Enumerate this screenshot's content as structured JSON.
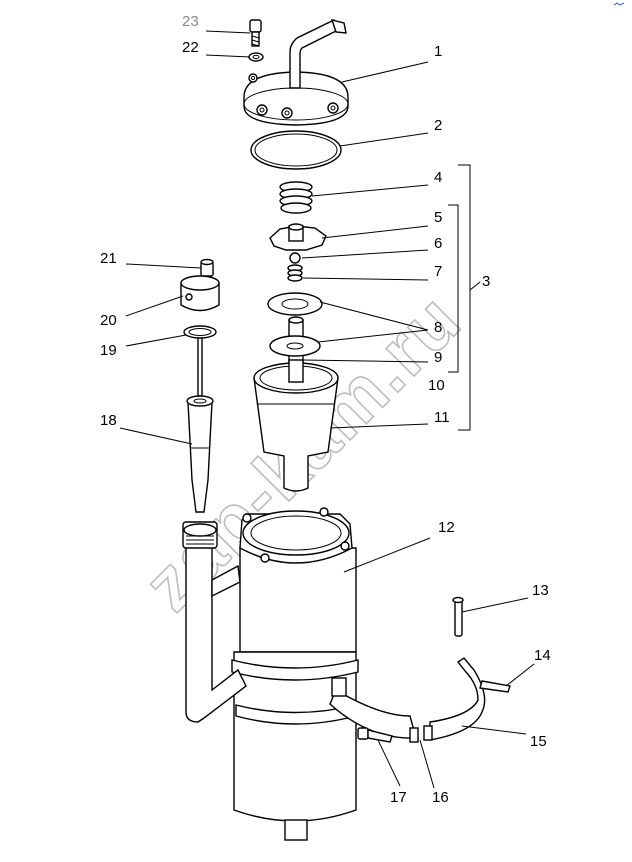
{
  "watermark": "zap-kam.ru",
  "accent_color": "#1e5fd6",
  "callouts": [
    {
      "id": "23",
      "text": "23"
    },
    {
      "id": "22",
      "text": "22"
    },
    {
      "id": "1",
      "text": "1"
    },
    {
      "id": "2",
      "text": "2"
    },
    {
      "id": "4",
      "text": "4"
    },
    {
      "id": "5",
      "text": "5"
    },
    {
      "id": "6",
      "text": "6"
    },
    {
      "id": "7",
      "text": "7"
    },
    {
      "id": "3",
      "text": "3"
    },
    {
      "id": "8",
      "text": "8"
    },
    {
      "id": "9",
      "text": "9"
    },
    {
      "id": "10",
      "text": "10"
    },
    {
      "id": "11",
      "text": "11"
    },
    {
      "id": "21",
      "text": "21"
    },
    {
      "id": "20",
      "text": "20"
    },
    {
      "id": "19",
      "text": "19"
    },
    {
      "id": "18",
      "text": "18"
    },
    {
      "id": "12",
      "text": "12"
    },
    {
      "id": "13",
      "text": "13"
    },
    {
      "id": "14",
      "text": "14"
    },
    {
      "id": "15",
      "text": "15"
    },
    {
      "id": "16",
      "text": "16"
    },
    {
      "id": "17",
      "text": "17"
    }
  ]
}
